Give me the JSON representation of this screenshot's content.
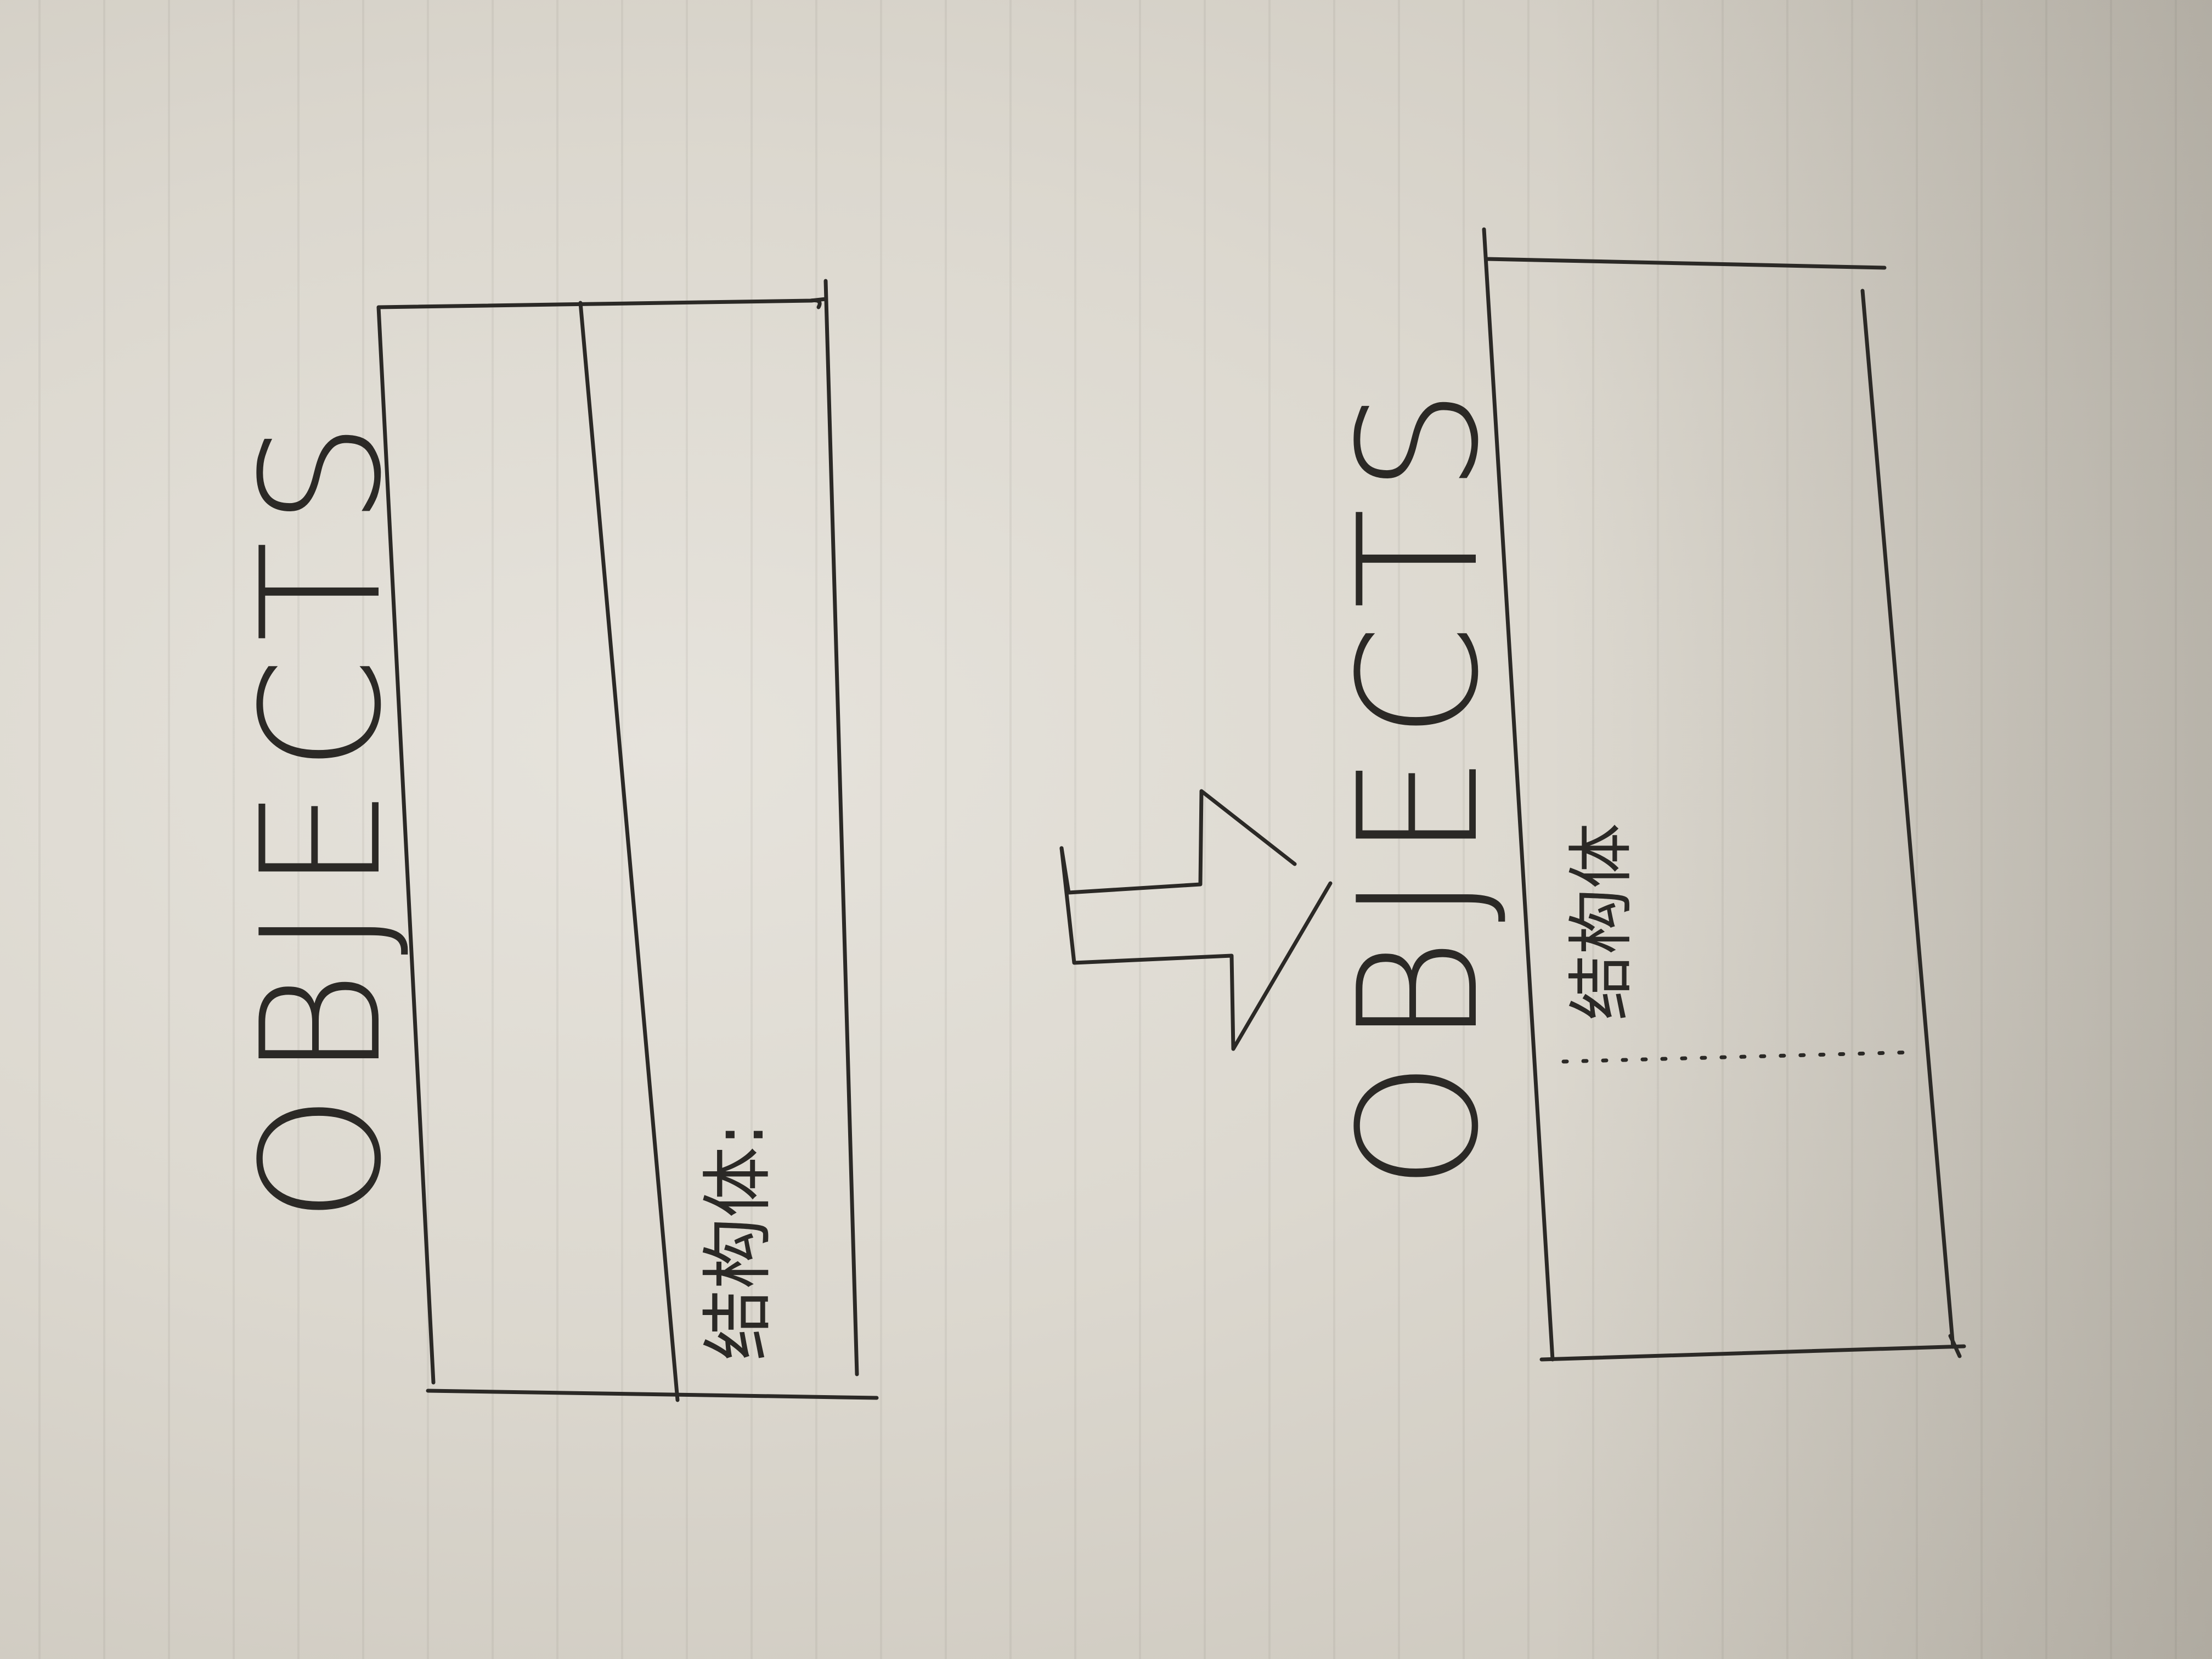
{
  "sketch": {
    "before": {
      "label": "OBJECTS",
      "annotation": "结构体:"
    },
    "after": {
      "label": "OBJECTS",
      "annotation": "结构体"
    },
    "ink_color": "#2b2926",
    "paper_color": "#e3e0d8"
  }
}
